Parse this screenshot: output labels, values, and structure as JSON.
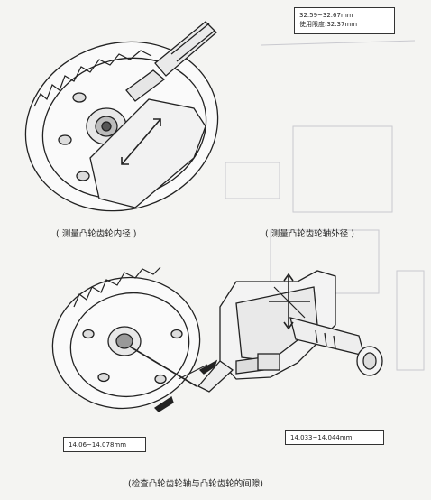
{
  "specs": {
    "top_right_line1": "32.59~32.67mm",
    "top_right_line2": "使用限度:32.37mm",
    "bottom_left": "14.06~14.078mm",
    "bottom_right": "14.033~14.044mm"
  },
  "captions": {
    "measure_inner": "( 测量凸轮齿轮内径 )",
    "measure_outer": "( 测量凸轮齿轮轴外径 )",
    "check_clearance": "(检查凸轮齿轮轴与凸轮齿轮的间隙)"
  }
}
